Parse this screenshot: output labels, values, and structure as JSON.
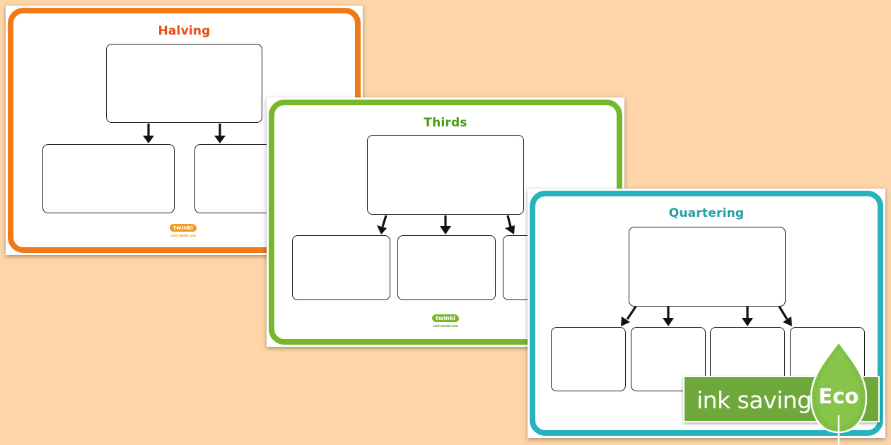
{
  "colors": {
    "background": "#fdd5a8",
    "halving_border": "#f07a18",
    "halving_title": "#e84b12",
    "thirds_border": "#76b82a",
    "thirds_title": "#4a9a12",
    "quartering_border": "#26b3bb",
    "quartering_title": "#1fa0a8",
    "eco_green": "#6fa83a",
    "logo_orange": "#f39a1e",
    "logo_green": "#76b82a"
  },
  "sheets": {
    "halving": {
      "title": "Halving",
      "logo": "twinkl",
      "logo_url": "visit twinkl.com"
    },
    "thirds": {
      "title": "Thirds",
      "logo": "twinkl",
      "logo_url": "visit twinkl.com"
    },
    "quartering": {
      "title": "Quartering"
    }
  },
  "eco_badge": {
    "text": "ink saving",
    "leaf_label": "Eco"
  },
  "icons": [
    "down-arrow-icon",
    "leaf-icon",
    "twinkl-logo"
  ]
}
